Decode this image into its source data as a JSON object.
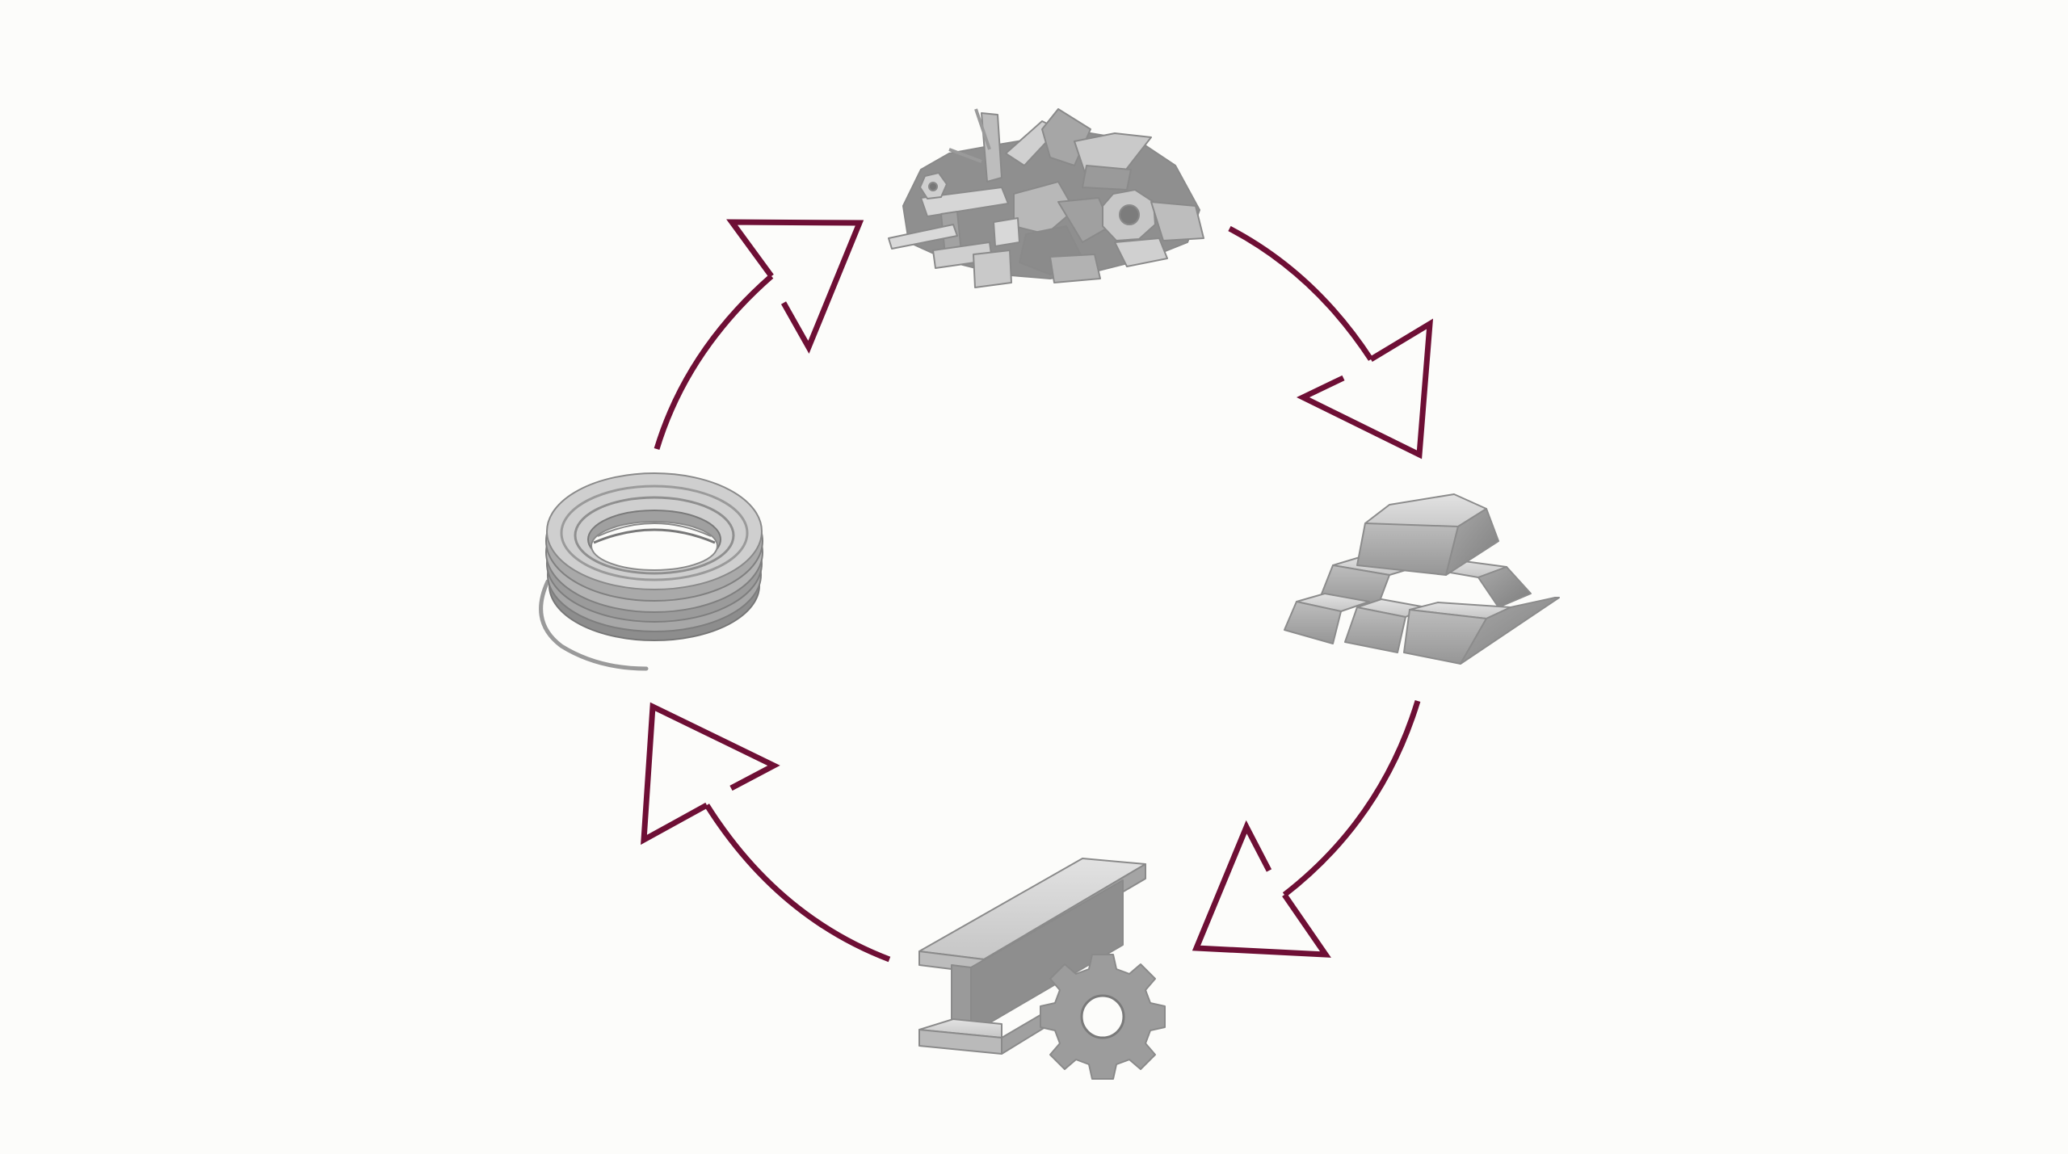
{
  "diagram": {
    "type": "cycle",
    "nodes": [
      {
        "id": "scrap",
        "icon": "scrap-metal-pile-icon"
      },
      {
        "id": "ingots",
        "icon": "metal-ingots-icon"
      },
      {
        "id": "beam",
        "icon": "steel-beam-gear-icon"
      },
      {
        "id": "coil",
        "icon": "wire-coil-icon"
      }
    ],
    "edges": [
      {
        "from": "scrap",
        "to": "ingots"
      },
      {
        "from": "ingots",
        "to": "beam"
      },
      {
        "from": "beam",
        "to": "coil"
      },
      {
        "from": "coil",
        "to": "scrap"
      }
    ]
  },
  "colors": {
    "arrow": "#6e0f35",
    "background": "#fcfcfa",
    "metal_light": "#d2d2d2",
    "metal_mid": "#a8a8a8",
    "metal_dark": "#707070"
  }
}
